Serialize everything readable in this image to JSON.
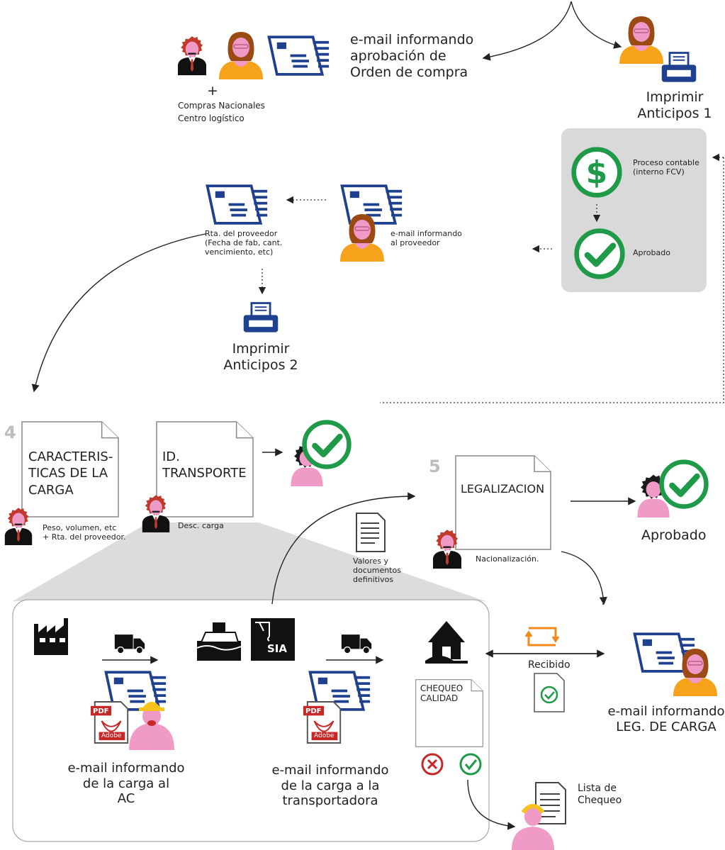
{
  "top_group": {
    "plus": "+",
    "line1": "Compras Nacionales",
    "line2": "Centro logístico"
  },
  "email_aprobacion": "e-mail informando\naprobación de\nOrden de compra",
  "imprimir_1": "Imprimir\nAnticipos 1",
  "proceso": {
    "dollar_label": "Proceso contable\n(interno FCV)",
    "check_label": "Aprobado"
  },
  "email_proveedor": "e-mail informando\nal proveedor",
  "rta_proveedor": "Rta. del proveedor\n(Fecha de fab, cant.\nvencimiento, etc)",
  "imprimir_2": "Imprimir\nAnticipos 2",
  "step4": {
    "number": "4",
    "doc1": "CARACTERIS-\nTICAS DE LA\nCARGA",
    "doc1_note": "Peso, volumen, etc\n+ Rta. del proveedor.",
    "doc2": "ID.\nTRANSPORTE",
    "doc2_note": "Desc. carga"
  },
  "step5": {
    "number": "5",
    "doc": "LEGALIZACION",
    "note": "Nacionalización.",
    "valores": "Valores y\ndocumentos\ndefinitivos"
  },
  "aprobado": "Aprobado",
  "recibido": "Recibido",
  "email_leg": "e-mail informando\nLEG. DE CARGA",
  "panel": {
    "sia": "SIA",
    "pdf": "PDF",
    "adobe": "Adobe",
    "email_ac": "e-mail informando\nde la carga al\nAC",
    "email_transp": "e-mail informando\nde la carga a la\ntransportadora",
    "chequeo": "CHEQUEO\nCALIDAD"
  },
  "lista": "Lista de\nChequeo",
  "colors": {
    "navy": "#1f3f8f",
    "green": "#1e9a48",
    "orange": "#f7a21b",
    "pink": "#f09ac7",
    "gray_panel": "#d9d9d9",
    "red": "#c62828"
  }
}
